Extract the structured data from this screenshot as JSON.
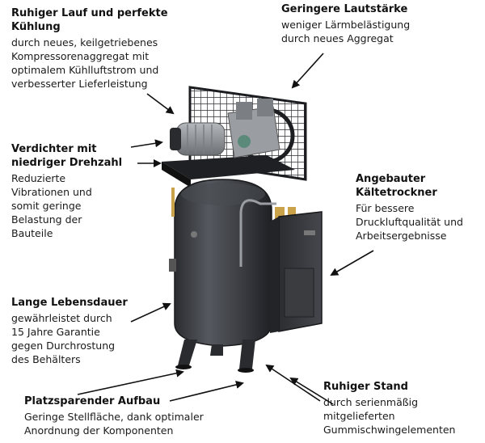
{
  "callouts": {
    "cooling": {
      "heading": "Ruhiger Lauf und perfekte\nKühlung",
      "body": "durch neues, keilgetriebenes\nKompressorenaggregat mit\noptimalem Kühlluftstrom und\nverbesserter Lieferleistung"
    },
    "noise": {
      "heading": "Geringere Lautstärke",
      "body": "weniger Lärmbelästigung\ndurch neues Aggregat"
    },
    "speed": {
      "heading": "Verdichter mit\nniedriger Drehzahl",
      "body": "Reduzierte\nVibrationen und\nsomit geringe\nBelastung der\nBauteile"
    },
    "dryer": {
      "heading": "Angebauter\nKältetrockner",
      "body": "Für bessere\nDruckluftqualität und\nArbeitsergebnisse"
    },
    "lifetime": {
      "heading": "Lange Lebensdauer",
      "body": "gewährleistet durch\n15 Jahre Garantie\ngegen Durchrostung\ndes Behälters"
    },
    "stand": {
      "heading": "Ruhiger Stand",
      "body": "durch serienmäßig\nmitgelieferten\nGummischwingelementen"
    },
    "compact": {
      "heading": "Platzsparender Aufbau",
      "body": "Geringe Stellfläche, dank optimaler\nAnordnung der Komponenten"
    }
  },
  "colors": {
    "tank": "#3b3d42",
    "frame": "#2b2c30",
    "metal": "#8c8f94",
    "brass": "#c9a24a",
    "arrow": "#111111"
  }
}
